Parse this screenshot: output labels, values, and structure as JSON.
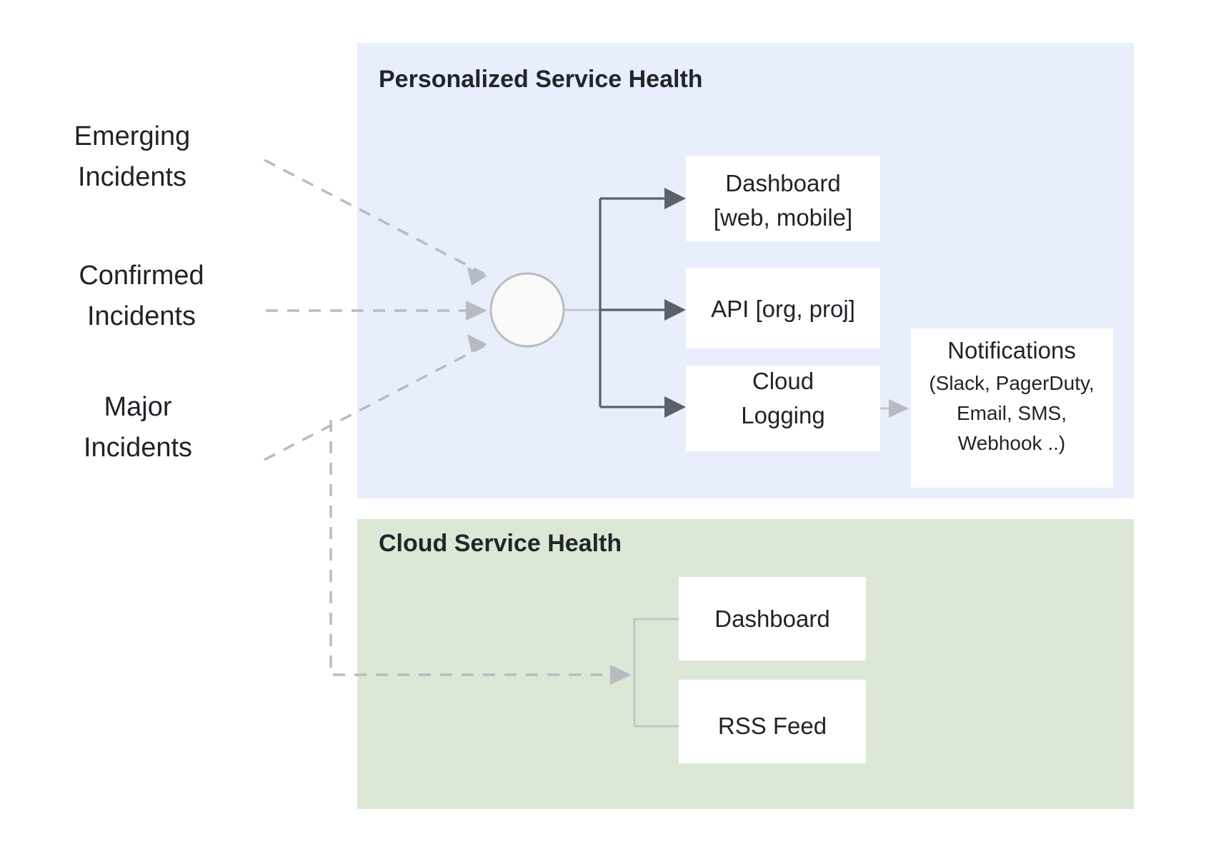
{
  "diagram": {
    "title_hidden": "",
    "inputs": [
      {
        "id": "emerging",
        "line1": "Emerging",
        "line2": "Incidents"
      },
      {
        "id": "confirmed",
        "line1": "Confirmed",
        "line2": "Incidents"
      },
      {
        "id": "major",
        "line1": "Major",
        "line2": "Incidents"
      }
    ],
    "panels": [
      {
        "id": "personalized-service-health",
        "title": "Personalized Service Health",
        "color": "#e8eefc"
      },
      {
        "id": "cloud-service-health",
        "title": "Cloud Service Health",
        "color": "#dce8d5"
      }
    ],
    "personalized_nodes": [
      {
        "id": "dashboard",
        "line1": "Dashboard",
        "line2": "[web, mobile]"
      },
      {
        "id": "api",
        "line1": "API [org, proj]",
        "line2": ""
      },
      {
        "id": "cloud-logging",
        "line1": "Cloud",
        "line2": "Logging"
      }
    ],
    "notifications": {
      "id": "notifications",
      "title": "Notifications",
      "detail_line1": "(Slack, PagerDuty,",
      "detail_line2": "Email, SMS,",
      "detail_line3": "Webhook ..)"
    },
    "cloud_nodes": [
      {
        "id": "cloud-dashboard",
        "label": "Dashboard"
      },
      {
        "id": "rss-feed",
        "label": "RSS Feed"
      }
    ],
    "hub": {
      "id": "service-health-hub",
      "label": ""
    },
    "colors": {
      "panel_blue": "#e8eefc",
      "panel_green": "#dce8d5",
      "box_white": "#ffffff",
      "edge_dark": "#5a6169",
      "edge_light": "#c2c6cb",
      "dashed": "#b7bcc2",
      "text": "#1f2328"
    }
  }
}
